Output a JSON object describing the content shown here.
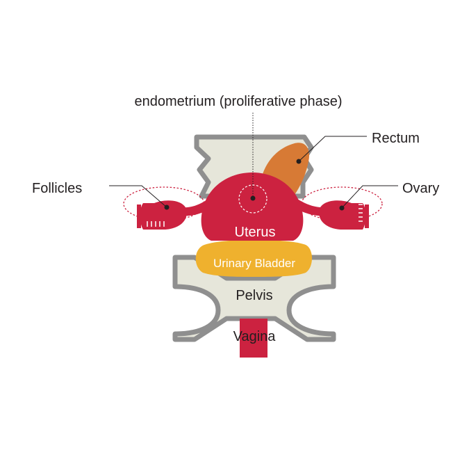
{
  "labels": {
    "endometrium": "endometrium (proliferative phase)",
    "rectum": "Rectum",
    "follicles": "Follicles",
    "ovary": "Ovary",
    "uterus": "Uterus",
    "bladder": "Urinary Bladder",
    "pelvis": "Pelvis",
    "vagina": "Vagina"
  },
  "colors": {
    "uterus": "#cc2240",
    "rectum": "#d77a35",
    "bladder": "#efb12e",
    "bone_fill": "#e6e6da",
    "bone_stroke": "#8f8f8f",
    "leader": "#231f20",
    "dotted": "#cc2240"
  }
}
